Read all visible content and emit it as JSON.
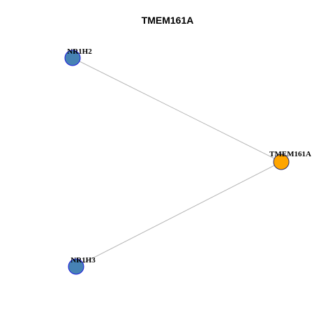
{
  "title": "TMEM161A",
  "colors": {
    "hub_fill": "#FFA500",
    "hub_stroke": "#2b2b6b",
    "neighbor_fill": "#4682B4",
    "neighbor_stroke": "#1a1adc",
    "edge": "#b4b4b4"
  },
  "nodes": [
    {
      "id": "NR1H2",
      "label": "NR1H2",
      "role": "neighbor"
    },
    {
      "id": "TMEM161A",
      "label": "TMEM161A",
      "role": "hub"
    },
    {
      "id": "NR1H3",
      "label": "NR1H3",
      "role": "neighbor"
    }
  ],
  "edges": [
    {
      "source": "NR1H2",
      "target": "TMEM161A"
    },
    {
      "source": "NR1H3",
      "target": "TMEM161A"
    }
  ]
}
